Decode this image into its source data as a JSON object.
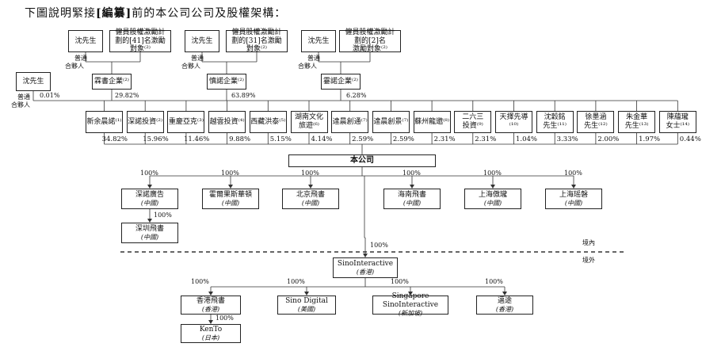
{
  "title_pre": "下圖說明緊接",
  "title_bold": "[編纂]",
  "title_post": "前的本公司公司及股權架構：",
  "gp_label_1": "普通",
  "gp_label_2": "合夥人",
  "mr_shen": "沈先生",
  "esop_41": [
    "僱員股權激勵計",
    "劃的[41]名激勵",
    "對象⁽²⁾"
  ],
  "esop_31": [
    "僱員股權激勵計",
    "劃的[31]名激勵",
    "對象⁽²⁾"
  ],
  "esop_2": [
    "僱員股權激勵計",
    "劃的[2]名",
    "激勵對象⁽²⁾"
  ],
  "lp_names": [
    "霖書企業⁽²⁾",
    "慎諾企業⁽²⁾",
    "霎諾企業⁽²⁾"
  ],
  "top_pcts": [
    "0.01%",
    "29.82%",
    "63.89%",
    "6.28%"
  ],
  "shareholders": [
    {
      "name": "新余晨諾⁽¹⁾",
      "pct": "34.82%"
    },
    {
      "name": "深諾投資⁽²⁾",
      "pct": "15.96%"
    },
    {
      "name": "重慶亞克⁽³⁾",
      "pct": "11.46%"
    },
    {
      "name": "越雲投資⁽⁴⁾",
      "pct": "9.88%"
    },
    {
      "name": "西藏洪泰⁽⁵⁾",
      "pct": "5.15%"
    },
    {
      "name": "湖南文化旅遊⁽⁶⁾",
      "pct": "4.14%"
    },
    {
      "name": "達晨創通⁽⁷⁾",
      "pct": "2.59%"
    },
    {
      "name": "達晨創景⁽⁷⁾",
      "pct": "2.59%"
    },
    {
      "name": "蘇州龍邈⁽⁸⁾",
      "pct": "2.31%"
    },
    {
      "name": "二六三投資⁽⁹⁾",
      "pct": "2.31%"
    },
    {
      "name": "天擇先導⁽¹⁰⁾",
      "pct": "1.04%"
    },
    {
      "name": "沈穀銘先生⁽¹¹⁾",
      "pct": "3.33%"
    },
    {
      "name": "徐墨涵先生⁽¹²⁾",
      "pct": "2.00%"
    },
    {
      "name": "朱金華先生⁽¹³⁾",
      "pct": "1.97%"
    },
    {
      "name": "陳蘊瓏女士⁽¹⁴⁾",
      "pct": "0.44%"
    }
  ],
  "company": "本公司",
  "domestic_subs": [
    {
      "name": "深諾廣告",
      "loc": "(中國)",
      "pct": "100%"
    },
    {
      "name": "霍爾果斯華頓",
      "loc": "(中國)",
      "pct": "100%"
    },
    {
      "name": "北京飛書",
      "loc": "(中國)",
      "pct": "100%"
    },
    {
      "name": "海南飛書",
      "loc": "(中國)",
      "pct": "100%"
    },
    {
      "name": "上海傲瓏",
      "loc": "(中國)",
      "pct": "100%"
    },
    {
      "name": "上海瑶磐",
      "loc": "(中國)",
      "pct": "100%"
    }
  ],
  "shenzhen_feishu": {
    "name": "深圳飛書",
    "loc": "(中國)",
    "pct": "100%"
  },
  "sino_pct": "100%",
  "onshore": "境內",
  "offshore": "境外",
  "sino": {
    "name": "SinoInteractive",
    "loc": "(香港)"
  },
  "offshore_subs": [
    {
      "name": "香港飛書",
      "loc": "(香港)",
      "pct": "100%"
    },
    {
      "name": "Sino Digital",
      "loc": "(美國)",
      "pct": "100%"
    },
    {
      "name": "Singapore SinoInteractive",
      "loc": "(新加坡)",
      "pct": "100%"
    },
    {
      "name": "邁途",
      "loc": "(香港)",
      "pct": "100%"
    }
  ],
  "kento": {
    "name": "KenTo",
    "loc": "(日本)",
    "pct": "100%"
  }
}
